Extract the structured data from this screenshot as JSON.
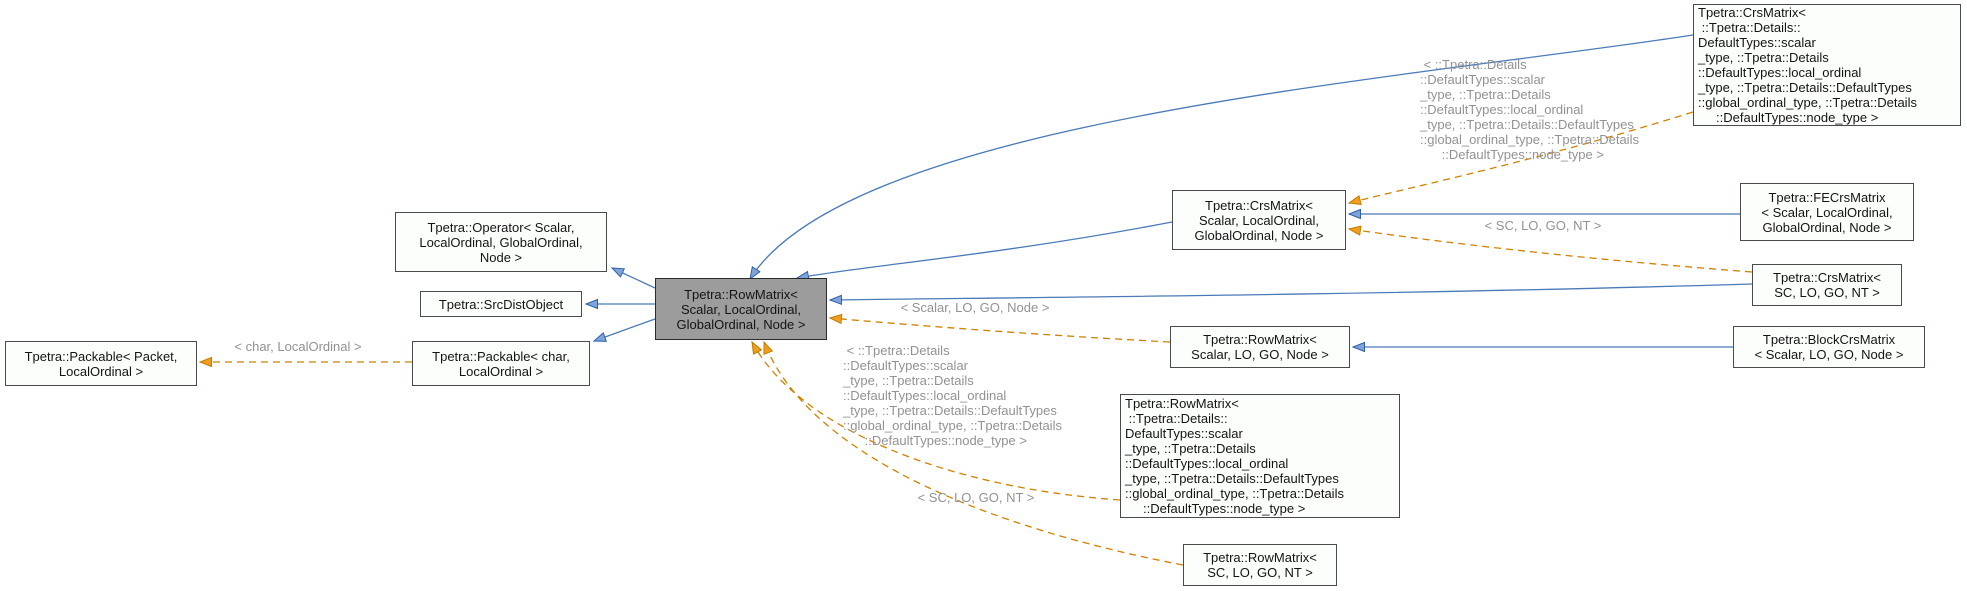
{
  "diagram": {
    "colors": {
      "inheritance_edge": "#4a7ab8",
      "inheritance_arrow": "#7fa4da",
      "template_edge": "#cf8100",
      "template_arrow": "#f29d1e",
      "node_background": "#fbfefb",
      "node_border": "#474b4d",
      "focus_node_background": "#9c9c9c",
      "edge_label_color": "#929292"
    },
    "nodes": {
      "packable_packet": {
        "label": "Tpetra::Packable< Packet,\nLocalOrdinal >"
      },
      "packable_char": {
        "label": "Tpetra::Packable< char,\nLocalOrdinal >"
      },
      "operator": {
        "label": "Tpetra::Operator< Scalar,\nLocalOrdinal, GlobalOrdinal,\nNode >"
      },
      "src_dist_object": {
        "label": "Tpetra::SrcDistObject"
      },
      "row_matrix_main": {
        "label": "Tpetra::RowMatrix<\nScalar, LocalOrdinal,\nGlobalOrdinal, Node >"
      },
      "crs_matrix": {
        "label": "Tpetra::CrsMatrix<\nScalar, LocalOrdinal,\nGlobalOrdinal, Node >"
      },
      "crs_matrix_default": {
        "label": "Tpetra::CrsMatrix<\n ::Tpetra::Details::\nDefaultTypes::scalar\n_type, ::Tpetra::Details\n::DefaultTypes::local_ordinal\n_type, ::Tpetra::Details::DefaultTypes\n::global_ordinal_type, ::Tpetra::Details\n     ::DefaultTypes::node_type >"
      },
      "fe_crs_matrix": {
        "label": "Tpetra::FECrsMatrix\n< Scalar, LocalOrdinal,\nGlobalOrdinal, Node >"
      },
      "crs_matrix_sc": {
        "label": "Tpetra::CrsMatrix<\nSC, LO, GO, NT >"
      },
      "row_matrix_scalar": {
        "label": "Tpetra::RowMatrix<\nScalar, LO, GO, Node >"
      },
      "block_crs_matrix": {
        "label": "Tpetra::BlockCrsMatrix\n< Scalar, LO, GO, Node >"
      },
      "row_matrix_default": {
        "label": "Tpetra::RowMatrix<\n ::Tpetra::Details::\nDefaultTypes::scalar\n_type, ::Tpetra::Details\n::DefaultTypes::local_ordinal\n_type, ::Tpetra::Details::DefaultTypes\n::global_ordinal_type, ::Tpetra::Details\n     ::DefaultTypes::node_type >"
      },
      "row_matrix_sc": {
        "label": "Tpetra::RowMatrix<\nSC, LO, GO, NT >"
      }
    },
    "edge_labels": {
      "char_local": "< char, LocalOrdinal >",
      "scalar_lo_go_node": "< Scalar, LO, GO, Node >",
      "sc_lo_go_nt_top": "< SC, LO, GO, NT >",
      "sc_lo_go_nt_bottom": "< SC, LO, GO, NT >",
      "default_types_top": " < ::Tpetra::Details\n::DefaultTypes::scalar\n_type, ::Tpetra::Details\n::DefaultTypes::local_ordinal\n_type, ::Tpetra::Details::DefaultTypes\n::global_ordinal_type, ::Tpetra::Details\n      ::DefaultTypes::node_type >",
      "default_types_mid": " < ::Tpetra::Details\n::DefaultTypes::scalar\n_type, ::Tpetra::Details\n::DefaultTypes::local_ordinal\n_type, ::Tpetra::Details::DefaultTypes\n::global_ordinal_type, ::Tpetra::Details\n      ::DefaultTypes::node_type >"
    }
  }
}
